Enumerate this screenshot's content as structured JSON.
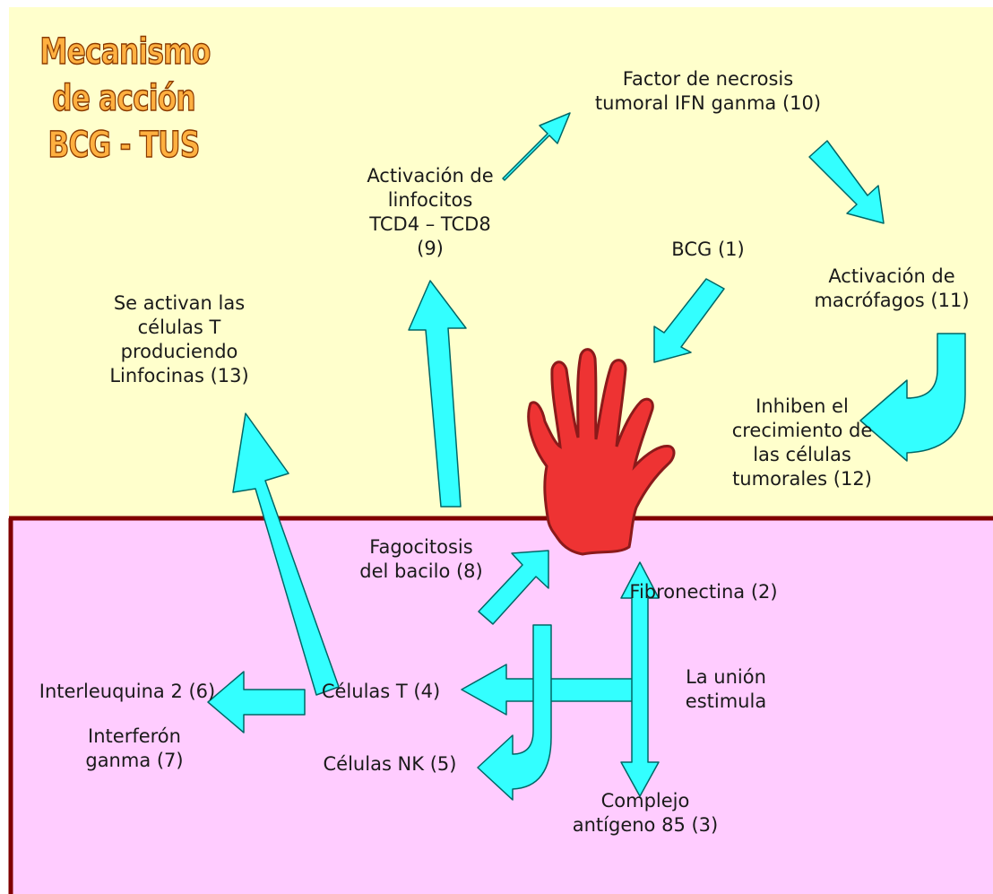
{
  "title": "Mecanismo\nde acción\nBCG - TUS",
  "colors": {
    "upper_bg": "#ffffcc",
    "lower_bg": "#ffccff",
    "divider": "#800000",
    "arrow_fill": "#33ffff",
    "arrow_stroke": "#006666",
    "hand_fill": "#ee3333",
    "hand_stroke": "#8b1a1a",
    "title_fill": "#ffb040"
  },
  "labels": {
    "factor_necrosis": "Factor de necrosis\ntumoral IFN ganma (10)",
    "activacion_linfocitos": "Activación de\nlinfocitos\nTCD4 – TCD8\n(9)",
    "bcg": "BCG (1)",
    "activacion_macrofagos": "Activación de\nmacrófagos (11)",
    "se_activan": "Se activan las\ncélulas T\nproduciendo\nLinfocinas (13)",
    "inhiben": "Inhiben el\ncrecimiento de\nlas células\ntumorales (12)",
    "fagocitosis": "Fagocitosis\ndel bacilo (8)",
    "fibronectina": "Fibronectina (2)",
    "interleuquina": "Interleuquina 2 (6)",
    "celulas_t": "Células T (4)",
    "la_union": "La unión\nestimula",
    "interferon": "Interferón\nganma (7)",
    "celulas_nk": "Células NK (5)",
    "complejo": "Complejo\nantígeno 85 (3)"
  }
}
